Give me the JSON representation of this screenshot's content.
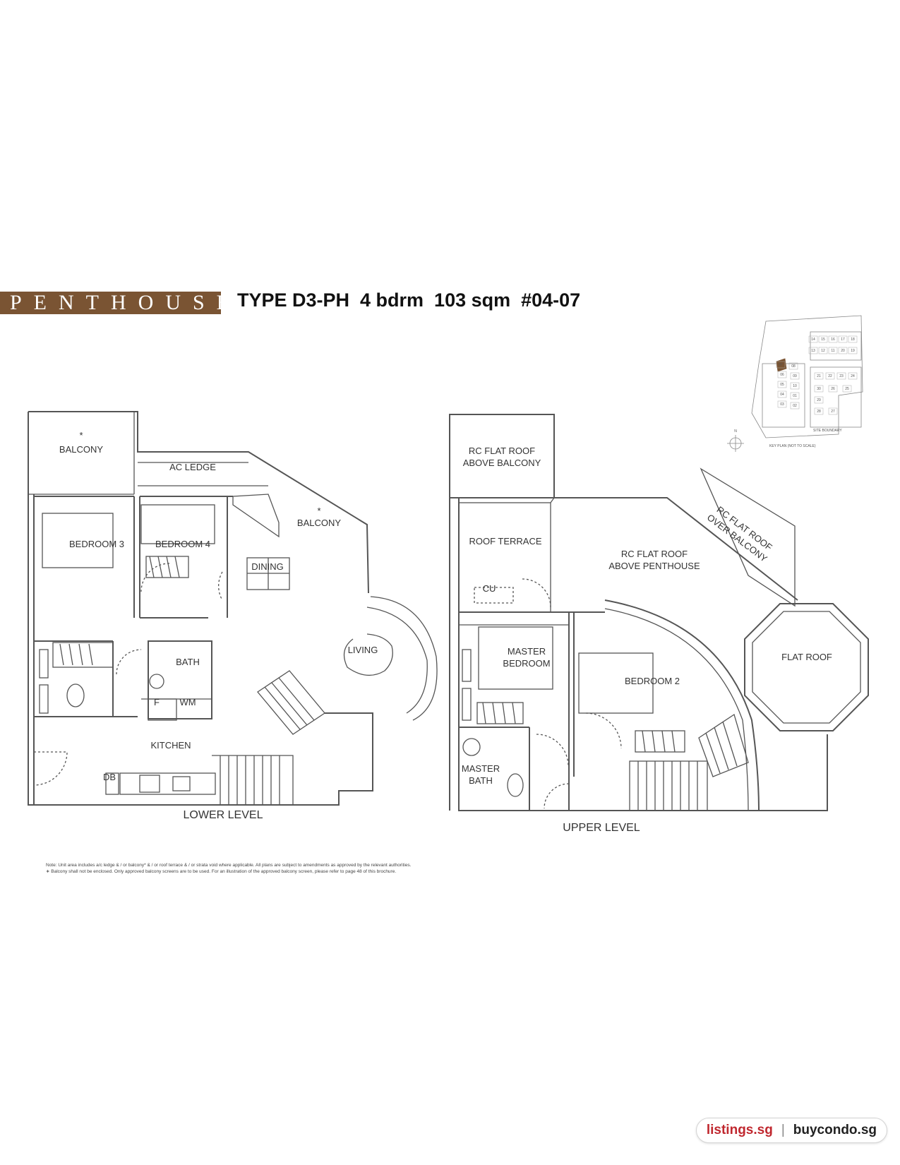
{
  "header": {
    "banner": "PENTHOUSE",
    "type_title": "TYPE D3-PH  4 bdrm  103 sqm  #04-07"
  },
  "lower_level": {
    "caption": "LOWER LEVEL",
    "rooms": {
      "balcony_star": "*",
      "balcony": "BALCONY",
      "ac_ledge": "AC LEDGE",
      "balcony2": "BALCONY",
      "bedroom3": "BEDROOM 3",
      "bedroom4": "BEDROOM 4",
      "dining": "DINING",
      "living": "LIVING",
      "bath": "BATH",
      "f": "F",
      "wm": "WM",
      "kitchen": "KITCHEN",
      "db": "DB"
    }
  },
  "upper_level": {
    "caption": "UPPER LEVEL",
    "rooms": {
      "rc_flat_roof_balcony_1": "RC FLAT ROOF",
      "rc_flat_roof_balcony_2": "ABOVE BALCONY",
      "roof_terrace": "ROOF TERRACE",
      "cu": "CU",
      "rc_flat_roof_ph_1": "RC FLAT ROOF",
      "rc_flat_roof_ph_2": "ABOVE PENTHOUSE",
      "rc_over_balcony_1": "RC FLAT ROOF",
      "rc_over_balcony_2": "OVER BALCONY",
      "flat_roof": "FLAT ROOF",
      "master_bedroom_1": "MASTER",
      "master_bedroom_2": "BEDROOM",
      "bedroom2": "BEDROOM 2",
      "master_bath_1": "MASTER",
      "master_bath_2": "BATH"
    }
  },
  "key_plan": {
    "north": "N",
    "caption": "KEY PLAN (NOT TO SCALE)",
    "site_boundary": "SITE BOUNDARY",
    "units": [
      "14",
      "15",
      "16",
      "17",
      "18",
      "13",
      "12",
      "11",
      "20",
      "19",
      "07",
      "08",
      "06",
      "09",
      "21",
      "22",
      "23",
      "24",
      "05",
      "10",
      "04",
      "01",
      "30",
      "26",
      "25",
      "03",
      "02",
      "29",
      "28",
      "27"
    ]
  },
  "notes": {
    "line1": "Note: Unit area includes a/c ledge & / or balcony* & / or roof terrace & / or strata void where applicable. All plans are subject to amendments as approved by the relevant authorities.",
    "line2": "∗ Balcony shall not be enclosed. Only approved balcony screens are to be used. For an illustration of the approved balcony screen, please refer to page 48 of this brochure."
  },
  "footer": {
    "site1": "listings.sg",
    "separator": "|",
    "site2": "buycondo.sg"
  },
  "colors": {
    "banner": "#7a5433",
    "highlight_unit": "#7a5433",
    "footer_accent": "#c0282f"
  }
}
